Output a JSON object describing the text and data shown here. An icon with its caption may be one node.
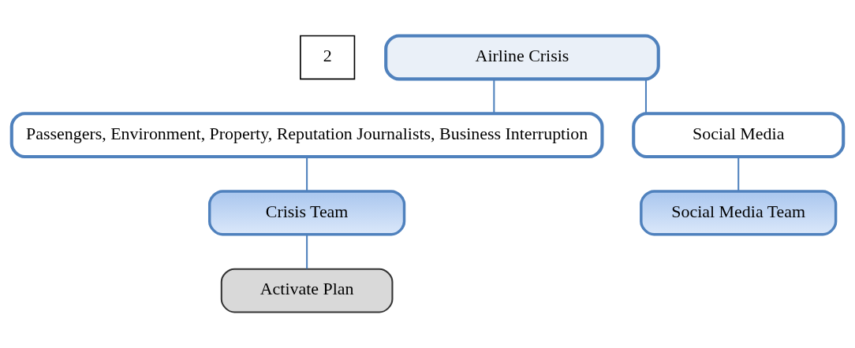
{
  "diagram": {
    "nodes": [
      {
        "text": [
          "2"
        ]
      },
      {
        "text": [
          "Airline Crisis"
        ]
      },
      {
        "text": [
          "Passengers, Environment, Property, Reputation Journalists, Business Interruption"
        ]
      },
      {
        "text": [
          "Social Media"
        ]
      },
      {
        "text": [
          "Crisis Team"
        ]
      },
      {
        "text": [
          "Social Media Team"
        ]
      },
      {
        "text": [
          "Activate Plan"
        ]
      }
    ],
    "edges": [
      {
        "from": 1,
        "to": 2,
        "arrow": "none"
      },
      {
        "from": 1,
        "to": 3,
        "arrow": "none"
      },
      {
        "from": 2,
        "to": 4,
        "arrow": "none"
      },
      {
        "from": 3,
        "to": 5,
        "arrow": "none"
      },
      {
        "from": 4,
        "to": 6,
        "arrow": "none"
      }
    ]
  }
}
